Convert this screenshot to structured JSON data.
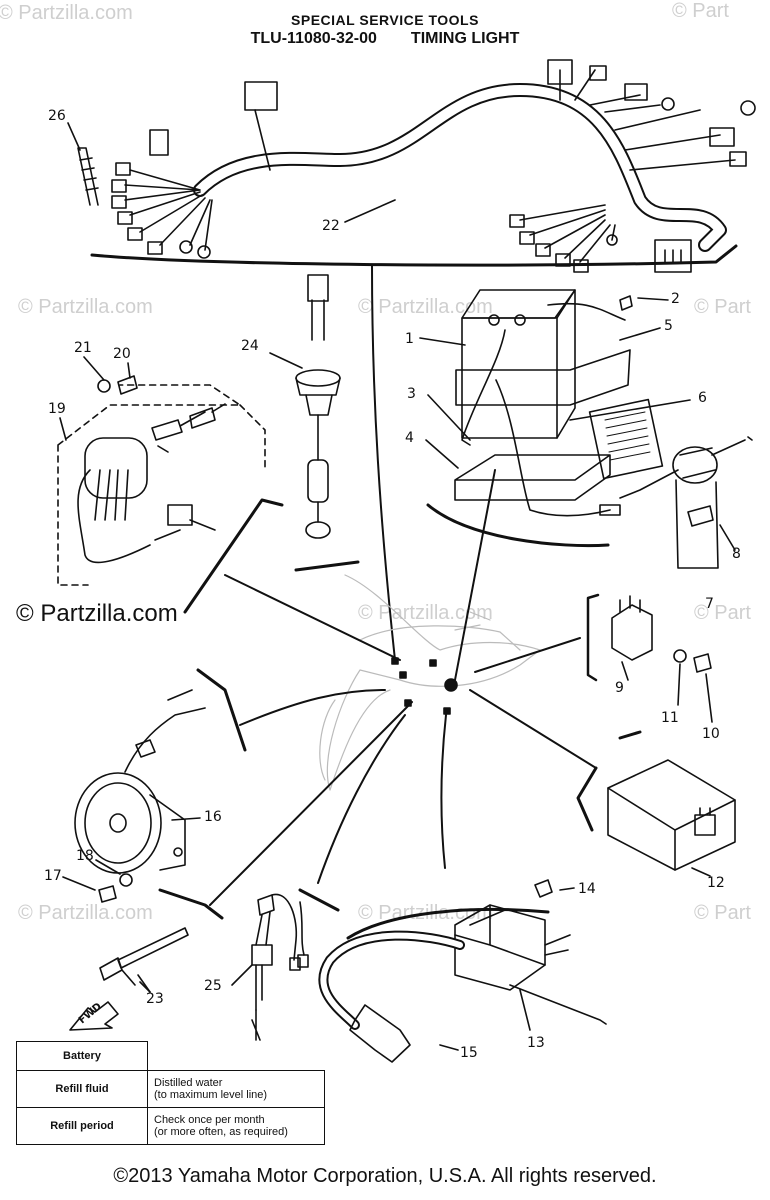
{
  "header": {
    "line1": "SPECIAL SERVICE TOOLS",
    "tool_no": "TLU-11080-32-00",
    "tool_name": "TIMING LIGHT"
  },
  "watermark": {
    "small": "© Partzilla.com",
    "edge": "© Part",
    "large": "© Partzilla.com"
  },
  "callouts": {
    "c1": "1",
    "c2": "2",
    "c3": "3",
    "c4": "4",
    "c5": "5",
    "c6": "6",
    "c7": "7",
    "c8": "8",
    "c9": "9",
    "c10": "10",
    "c11": "11",
    "c12": "12",
    "c13": "13",
    "c14": "14",
    "c15": "15",
    "c16": "16",
    "c17": "17",
    "c18": "18",
    "c19": "19",
    "c20": "20",
    "c21": "21",
    "c22": "22",
    "c23": "23",
    "c24": "24",
    "c25": "25",
    "c26": "26"
  },
  "fwd_label": "FWD",
  "table": {
    "header": "Battery",
    "rows": [
      {
        "label": "Refill fluid",
        "line1": "Distilled water",
        "line2": "(to maximum level line)"
      },
      {
        "label": "Refill period",
        "line1": "Check once per month",
        "line2": "(or more often, as required)"
      }
    ]
  },
  "copyright": "©2013 Yamaha Motor Corporation, U.S.A. All rights reserved."
}
